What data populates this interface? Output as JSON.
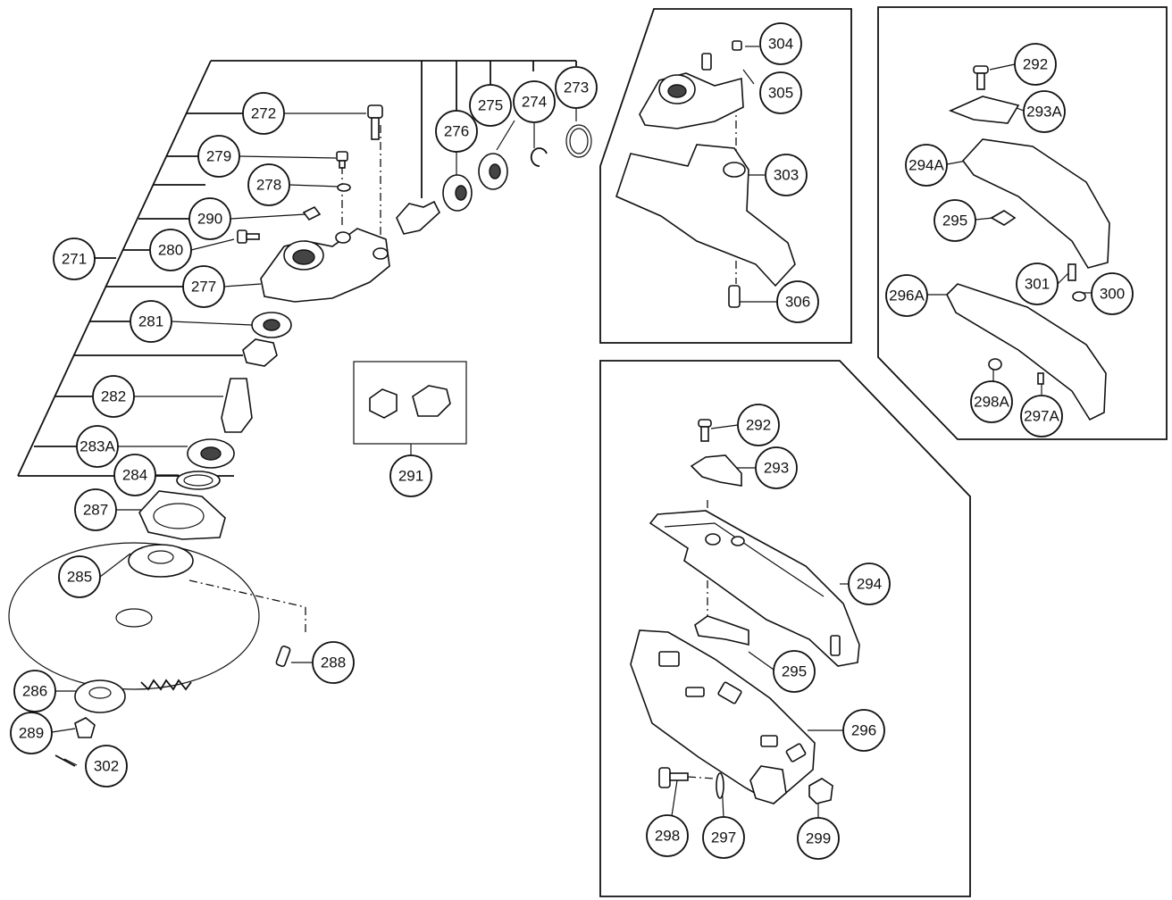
{
  "callouts": {
    "c271": "271",
    "c272": "272",
    "c273": "273",
    "c274": "274",
    "c275": "275",
    "c276": "276",
    "c277": "277",
    "c278": "278",
    "c279": "279",
    "c280": "280",
    "c281": "281",
    "c282": "282",
    "c283A": "283A",
    "c284": "284",
    "c285": "285",
    "c286": "286",
    "c287": "287",
    "c288": "288",
    "c289": "289",
    "c290": "290",
    "c291": "291",
    "c292a": "292",
    "c292b": "292",
    "c293": "293",
    "c293A": "293A",
    "c294": "294",
    "c294A": "294A",
    "c295a": "295",
    "c295b": "295",
    "c296": "296",
    "c296A": "296A",
    "c297": "297",
    "c297A": "297A",
    "c298": "298",
    "c298A": "298A",
    "c299": "299",
    "c300": "300",
    "c301": "301",
    "c302": "302",
    "c303": "303",
    "c304": "304",
    "c305": "305",
    "c306": "306"
  }
}
